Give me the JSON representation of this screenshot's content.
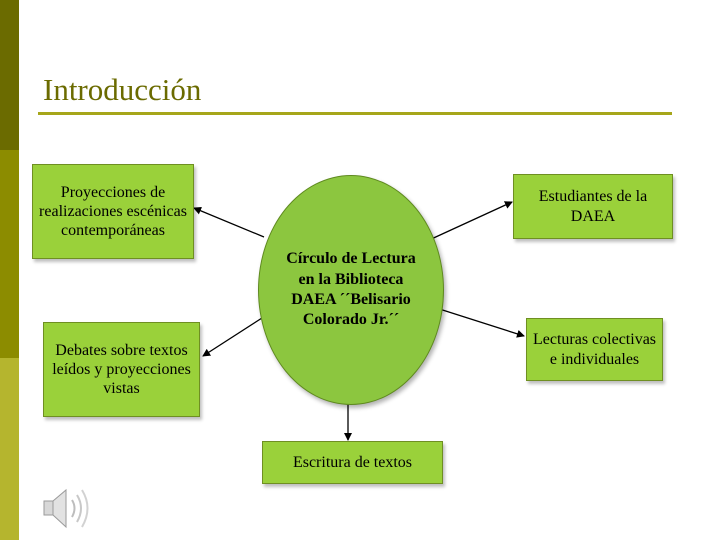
{
  "slide": {
    "title": "Introducción",
    "center": "Círculo de Lectura en la Biblioteca DAEA ´´Belisario Colorado Jr.´´",
    "nodes": {
      "proyecciones": "Proyecciones de realizaciones escénicas contemporáneas",
      "debates": "Debates sobre textos leídos y proyecciones vistas",
      "estudiantes": "Estudiantes de la DAEA",
      "lecturas": "Lecturas colectivas e individuales",
      "escritura": "Escritura de textos"
    }
  },
  "icons": {
    "audio": "speaker-icon"
  },
  "colors": {
    "node_fill": "#9ad13a",
    "center_fill": "#8cc63f",
    "accent": "#6b6b00"
  }
}
